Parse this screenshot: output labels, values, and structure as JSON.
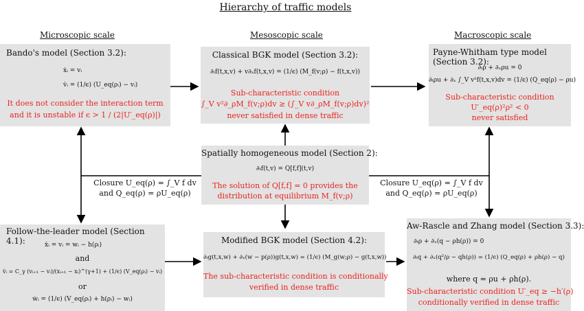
{
  "title": "Hierarchy of traffic models",
  "scales": {
    "micro": "Microscopic scale",
    "meso": "Mesoscopic scale",
    "macro": "Macroscopic scale"
  },
  "bando": {
    "title": "Bando's model (Section 3.2):",
    "eq1": "ẋᵢ = vᵢ",
    "eq2": "v̇ᵢ = (1/ϵ) (U_eq(ρᵢ) − vᵢ)",
    "note1": "It does not consider the interaction term",
    "note2": "and it is unstable if ϵ > 1 / (2|U′_eq(ρ)|)"
  },
  "bgk": {
    "title": "Classical BGK model (Section 3.2):",
    "eq": "∂ₜf(t,x,v) + v∂ₓf(t,x,v) = (1/ϵ) (M_f(v;ρ) − f(t,x,v))",
    "note1": "Sub-characteristic condition",
    "note2": "∫_V v²∂_ρM_f(v;ρ)dv ≥ (∫_V v∂_ρM_f(v;ρ)dv)²",
    "note3": "never satisfied in dense traffic"
  },
  "pw": {
    "title": "Payne-Whitham type model (Section 3.2):",
    "eq1": "∂ₜρ + ∂ₓρu = 0",
    "eq2": "∂ₜρu + ∂ₓ ∫_V v²f(t,x,v)dv = (1/ϵ) (Q_eq(ρ) − ρu)",
    "note1": "Sub-characteristic condition",
    "note2": "U′_eq(ρ)²ρ² < 0",
    "note3": "never satisfied"
  },
  "sh": {
    "title": "Spatially homogeneous model (Section 2):",
    "eq": "∂ₜf(t,v) = Q[f,f](t,v)",
    "note1": "The solution of Q[f,f] = 0 provides the",
    "note2": "distribution at equilibrium M_f(v;ρ)"
  },
  "closure_left": {
    "line1": "Closure U_eq(ρ) = ∫_V f dv",
    "line2": "and Q_eq(ρ) = ρU_eq(ρ)"
  },
  "closure_right": {
    "line1": "Closure U_eq(ρ) = ∫_V f dv",
    "line2": "and Q_eq(ρ) = ρU_eq(ρ)"
  },
  "ftl": {
    "title": "Follow-the-leader model (Section 4.1):",
    "eq1": "ẋᵢ = vᵢ = wᵢ − h(ρᵢ)",
    "and": "and",
    "eq2": "v̇ᵢ = C_γ (vᵢ₊₁ − vᵢ)/(xᵢ₊₁ − xᵢ)^(γ+1) + (1/ϵ) (V_eq(ρᵢ) − vᵢ)",
    "or": "or",
    "eq3": "ẇᵢ = (1/ϵ) (V_eq(ρᵢ) + h(ρᵢ) − wᵢ)"
  },
  "mbgk": {
    "title": "Modified BGK model (Section 4.2):",
    "eq": "∂ₜg(t,x,w) + ∂ₓ(w − p(ρ))g(t,x,w) = (1/ϵ) (M_g(w;ρ) − g(t,x,w))",
    "note1": "The sub-characteristic condition is conditionally",
    "note2": "verified in dense traffic"
  },
  "arz": {
    "title": "Aw-Rascle and Zhang model (Section 3.3):",
    "eq1": "∂ₜρ + ∂ₓ(q − ρh(ρ)) = 0",
    "eq2": "∂ₜq + ∂ₓ(q²/ρ − qh(ρ)) = (1/ϵ) (Q_eq(ρ) + ρh(ρ) − q)",
    "where": "where q = ρu + ρh(ρ).",
    "note1": "Sub-characteristic condition U′_eq ≥ −h′(ρ)",
    "note2": "conditionally verified in dense traffic"
  },
  "colors": {
    "box": "#e3e3e3",
    "red": "#e8231f",
    "line": "#000000"
  }
}
